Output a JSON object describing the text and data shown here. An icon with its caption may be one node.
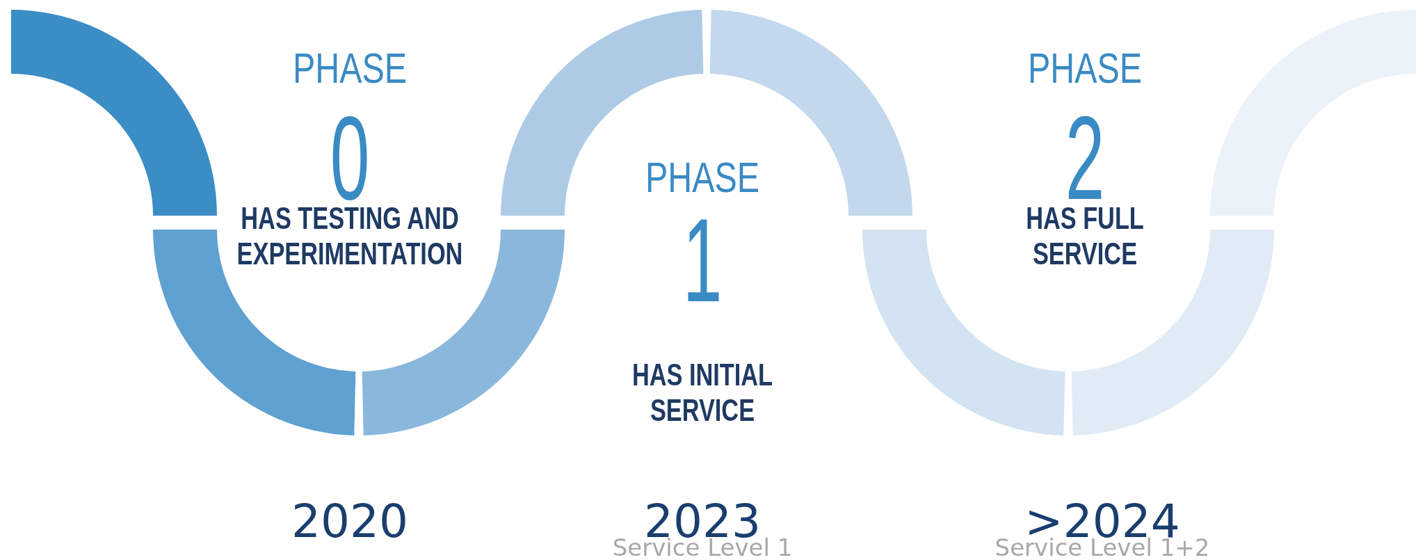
{
  "diagram": {
    "labels": [
      "PHASE",
      "0",
      "HAS TESTING AND EXPERIMENTATION",
      "2020",
      "PHASE",
      "1",
      "HAS INITIAL SERVICE",
      "2023",
      "Service Level 1",
      "PHASE",
      "2",
      "HAS FULL SERVICE",
      ">2024",
      "Service Level 1+2"
    ]
  }
}
